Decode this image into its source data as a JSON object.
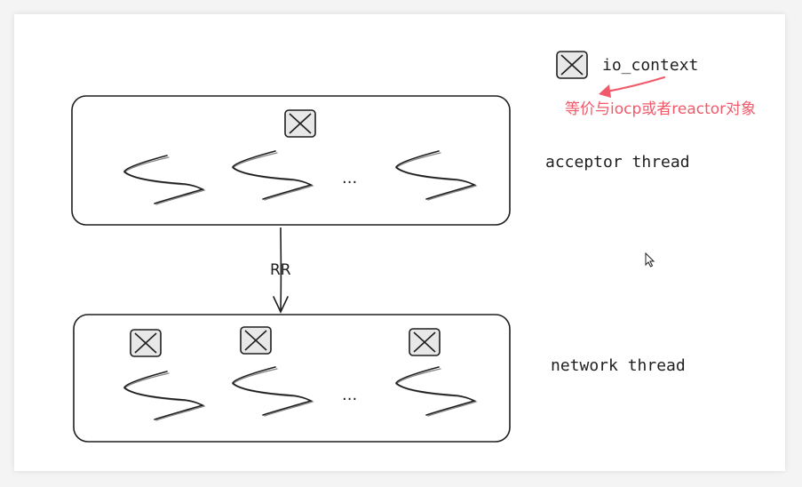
{
  "legend": {
    "label": "io_context",
    "icon": "io-context-icon"
  },
  "annotation": {
    "text": "等价与iocp或者reactor对象",
    "color": "#f05a6a"
  },
  "acceptor": {
    "label": "acceptor thread",
    "ellipsis": "..."
  },
  "network": {
    "label": "network thread",
    "ellipsis": "..."
  },
  "edge": {
    "label": "RR"
  },
  "colors": {
    "stroke": "#1e1e1e",
    "icon_bg": "#e8e8e8",
    "annotation": "#f05a6a"
  }
}
